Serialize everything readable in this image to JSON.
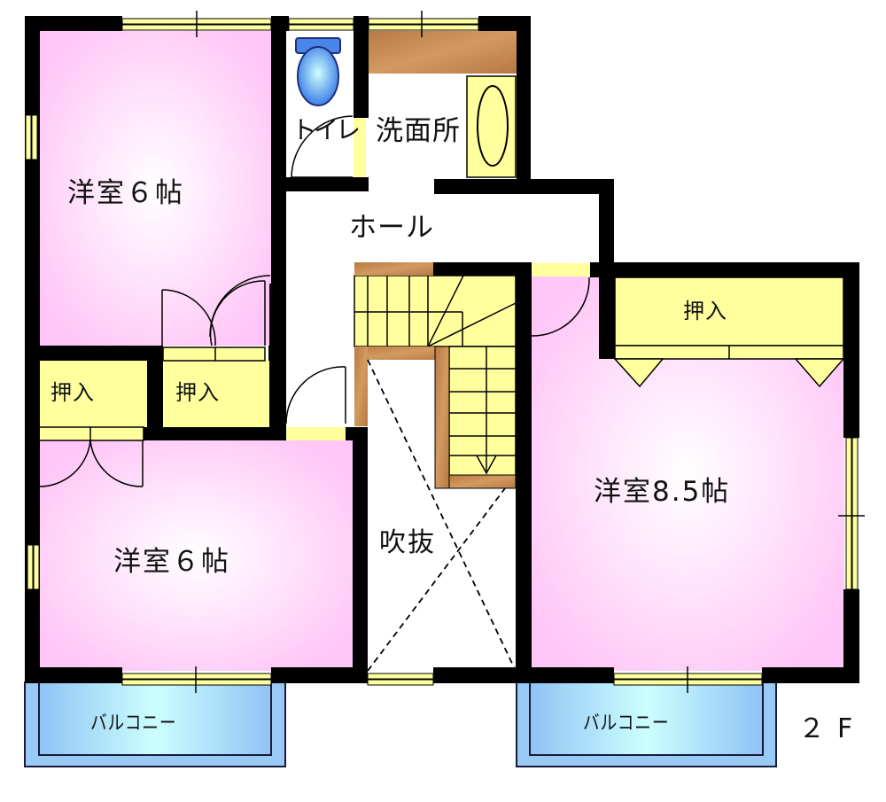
{
  "floor_plan": {
    "floor_label": "２F",
    "colors": {
      "wall": "#000000",
      "room_pink": "#ffc8f8",
      "room_pink_center": "#ffffff",
      "closet_yellow": "#ffff9e",
      "window_yellow": "#ffff9e",
      "wood": "#c58a4f",
      "balcony_blue": "#99c9f5",
      "balcony_center": "#ccffff",
      "toilet_blue": "#3f7fe6",
      "background": "#ffffff"
    },
    "rooms": {
      "western_room_nw": {
        "label": "洋室６帖",
        "type": "Western-style room",
        "size": "6 jo"
      },
      "western_room_sw": {
        "label": "洋室６帖",
        "type": "Western-style room",
        "size": "6 jo"
      },
      "western_room_e": {
        "label": "洋室8.5帖",
        "type": "Western-style room",
        "size": "8.5 jo"
      },
      "closet_left": {
        "label": "押入"
      },
      "closet_middle": {
        "label": "押入"
      },
      "closet_right": {
        "label": "押入"
      },
      "toilet": {
        "label": "トイレ"
      },
      "washroom": {
        "label": "洗面所"
      },
      "hall": {
        "label": "ホール"
      },
      "atrium": {
        "label": "吹抜"
      },
      "balcony_left": {
        "label": "バルコニー"
      },
      "balcony_right": {
        "label": "バルコニー"
      }
    }
  }
}
